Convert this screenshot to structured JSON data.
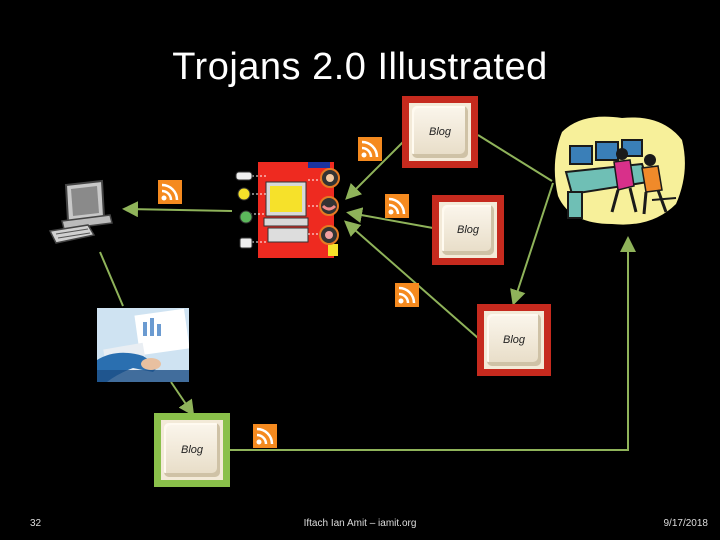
{
  "title": "Trojans 2.0 Illustrated",
  "blog_label": "Blog",
  "footer": {
    "slide_number": "32",
    "author": "Iftach Ian Amit – iamit.org",
    "date": "9/17/2018"
  },
  "icons": [
    "computer-icon",
    "trojan-computer-icon",
    "analyst-hands-icon",
    "workstation-operators-icon",
    "rss-icon"
  ],
  "colors": {
    "background": "#000000",
    "connector": "#8fb35a",
    "key_border_red": "#c62a1e",
    "key_border_green": "#8ac04a",
    "rss": "#f58a1f"
  }
}
